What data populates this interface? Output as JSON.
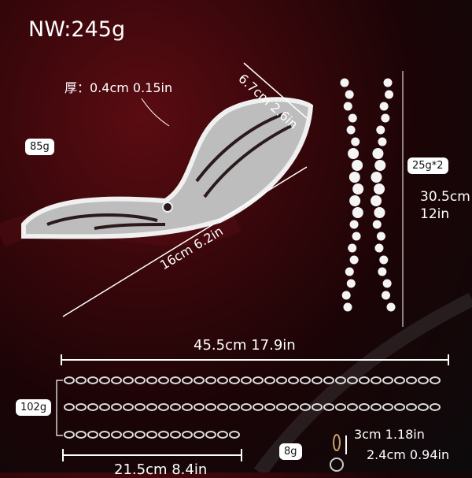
{
  "net_weight": "NW:245g",
  "wing": {
    "thickness": "厚：0.4cm 0.15in",
    "height": "6.7cm 2.6in",
    "length": "16cm 6.2in",
    "weight": "85g"
  },
  "pearl_strap": {
    "weight": "25g*2",
    "length_cm": "30.5cm",
    "length_in": "12in"
  },
  "chains": {
    "long_length": "45.5cm 17.9in",
    "weight": "102g",
    "short_length": "21.5cm  8.4in"
  },
  "hook": {
    "weight": "8g",
    "hook_length": "3cm 1.18in",
    "ring_diameter": "2.4cm 0.94in"
  }
}
